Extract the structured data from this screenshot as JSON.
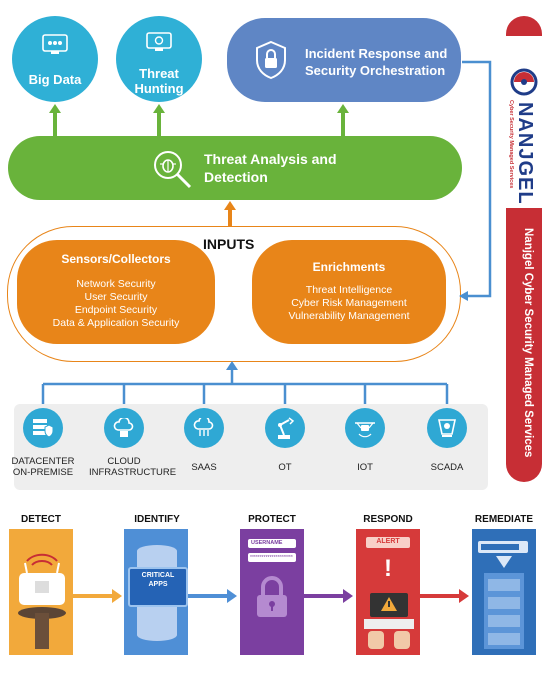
{
  "top": {
    "big_data": "Big Data",
    "threat_hunting_1": "Threat",
    "threat_hunting_2": "Hunting",
    "incident_1": "Incident Response and",
    "incident_2": "Security Orchestration"
  },
  "analysis": {
    "line1": "Threat Analysis and",
    "line2": "Detection"
  },
  "inputs": {
    "title": "INPUTS",
    "sensors": {
      "title": "Sensors/Collectors",
      "items": [
        "Network Security",
        "User Security",
        "Endpoint Security",
        "Data & Application Security"
      ]
    },
    "enrichments": {
      "title": "Enrichments",
      "items": [
        "Threat Intelligence",
        "Cyber Risk Management",
        "Vulnerability Management"
      ]
    }
  },
  "sources": [
    {
      "line1": "DATACENTER",
      "line2": "ON-PREMISE",
      "icon": "datacenter-icon"
    },
    {
      "line1": "CLOUD",
      "line2": "INFRASTRUCTURE",
      "icon": "cloud-icon"
    },
    {
      "line1": "SAAS",
      "line2": "",
      "icon": "saas-icon"
    },
    {
      "line1": "OT",
      "line2": "",
      "icon": "robot-arm-icon"
    },
    {
      "line1": "IOT",
      "line2": "",
      "icon": "iot-drone-icon"
    },
    {
      "line1": "SCADA",
      "line2": "",
      "icon": "scada-icon"
    }
  ],
  "phases": [
    "DETECT",
    "IDENTIFY",
    "PROTECT",
    "RESPOND",
    "REMEDIATE"
  ],
  "phase_panels": {
    "critical_1": "CRITICAL",
    "critical_2": "APPS",
    "username": "USERNAME",
    "password": "**********************",
    "alert": "ALERT"
  },
  "sidebar": {
    "logo": "NANJGEL",
    "tagline": "Cyber Security Managed Services",
    "vertical_text": "Nanjgel Cyber Security Managed Services"
  },
  "colors": {
    "blue_bubble": "#2fb0d6",
    "incident_blue": "#5f86c5",
    "green": "#69b33b",
    "orange": "#e88519",
    "red": "#c72e35",
    "purple": "#7b3fa0",
    "arrow_blue": "#4a8fd0"
  }
}
